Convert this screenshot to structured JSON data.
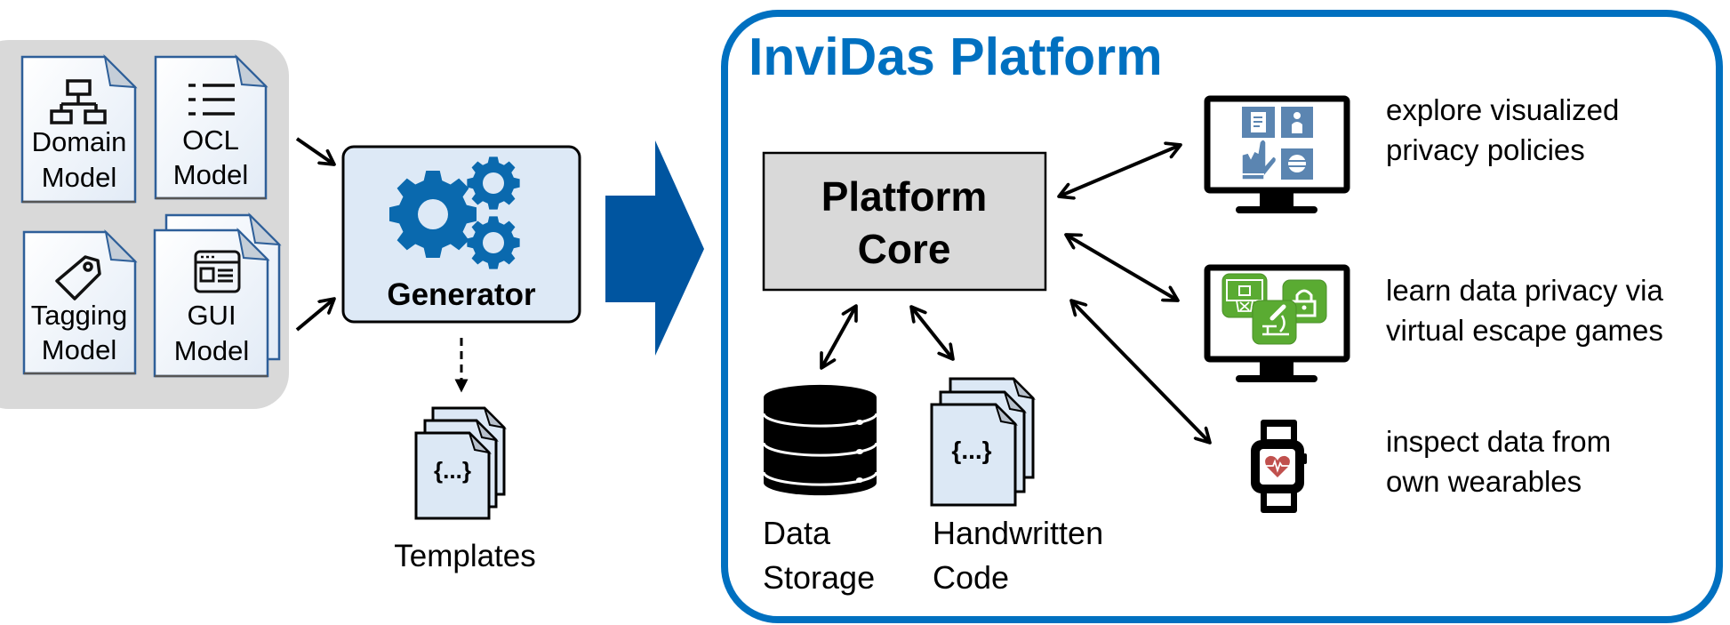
{
  "colors": {
    "platform_border": "#0070c0",
    "platform_title": "#0070c0",
    "big_arrow": "#0055a0",
    "generator_fill": "#dde9f6",
    "gear": "#0a69ae",
    "input_panel": "#d9d9d9",
    "core_fill": "#d9d9d9",
    "doc_border_blue": "#2e5f99",
    "code_doc_fill": "#dce8f5",
    "policy_icon": "#5b85b1",
    "game_icon": "#5aab32",
    "heart": "#c0504d"
  },
  "inputs": {
    "models": [
      {
        "line1": "Domain",
        "line2": "Model",
        "icon": "hierarchy-icon"
      },
      {
        "line1": "OCL",
        "line2": "Model",
        "icon": "list-icon"
      },
      {
        "line1": "Tagging",
        "line2": "Model",
        "icon": "tag-icon"
      },
      {
        "line1": "GUI",
        "line2": "Model",
        "icon": "window-layout-icon"
      }
    ]
  },
  "generator": {
    "label": "Generator",
    "icon": "gears-icon"
  },
  "templates": {
    "label": "Templates",
    "code_glyph": "{...}"
  },
  "platform": {
    "title": "InviDas Platform",
    "core": {
      "line1": "Platform",
      "line2": "Core"
    },
    "storage": {
      "line1": "Data",
      "line2": "Storage",
      "icon": "database-icon"
    },
    "code": {
      "line1": "Handwritten",
      "line2": "Code",
      "code_glyph": "{...}"
    },
    "features": [
      {
        "icon": "monitor-privacy-policy-icon",
        "line1": "explore visualized",
        "line2": "privacy policies"
      },
      {
        "icon": "monitor-escape-game-icon",
        "line1": "learn data privacy via",
        "line2": "virtual escape games"
      },
      {
        "icon": "smartwatch-heart-icon",
        "line1": "inspect data from",
        "line2": "own wearables"
      }
    ]
  }
}
